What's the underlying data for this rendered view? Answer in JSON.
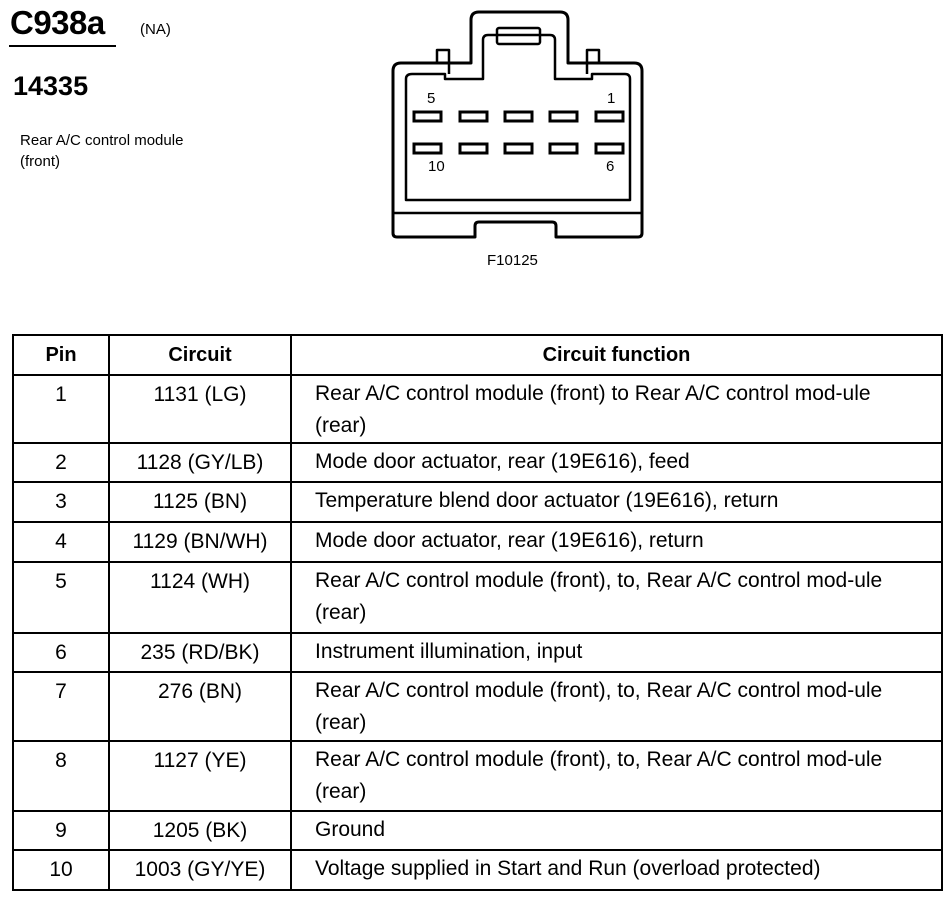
{
  "header": {
    "connector_id": "C938a",
    "region": "(NA)",
    "part_number": "14335",
    "description": "Rear A/C control module (front)"
  },
  "figure": {
    "id": "F10125",
    "pin_labels": {
      "top_left": "5",
      "top_right": "1",
      "bottom_left": "10",
      "bottom_right": "6"
    }
  },
  "table": {
    "headers": {
      "pin": "Pin",
      "circuit": "Circuit",
      "function": "Circuit function"
    },
    "rows": [
      {
        "pin": "1",
        "circuit": "1131 (LG)",
        "function": "Rear A/C control module (front) to Rear A/C control mod-ule (rear)"
      },
      {
        "pin": "2",
        "circuit": "1128 (GY/LB)",
        "function": "Mode door actuator, rear (19E616), feed"
      },
      {
        "pin": "3",
        "circuit": "1125 (BN)",
        "function": "Temperature blend door actuator (19E616), return"
      },
      {
        "pin": "4",
        "circuit": "1129 (BN/WH)",
        "function": "Mode door actuator, rear (19E616), return"
      },
      {
        "pin": "5",
        "circuit": "1124 (WH)",
        "function": "Rear A/C control module (front), to, Rear A/C control mod-ule (rear)"
      },
      {
        "pin": "6",
        "circuit": "235 (RD/BK)",
        "function": "Instrument illumination, input"
      },
      {
        "pin": "7",
        "circuit": "276 (BN)",
        "function": "Rear A/C control module (front), to, Rear A/C control mod-ule (rear)"
      },
      {
        "pin": "8",
        "circuit": "1127 (YE)",
        "function": "Rear A/C control module (front), to, Rear A/C control mod-ule (rear)"
      },
      {
        "pin": "9",
        "circuit": "1205 (BK)",
        "function": "Ground"
      },
      {
        "pin": "10",
        "circuit": "1003 (GY/YE)",
        "function": "Voltage supplied in Start and Run (overload protected)"
      }
    ]
  }
}
